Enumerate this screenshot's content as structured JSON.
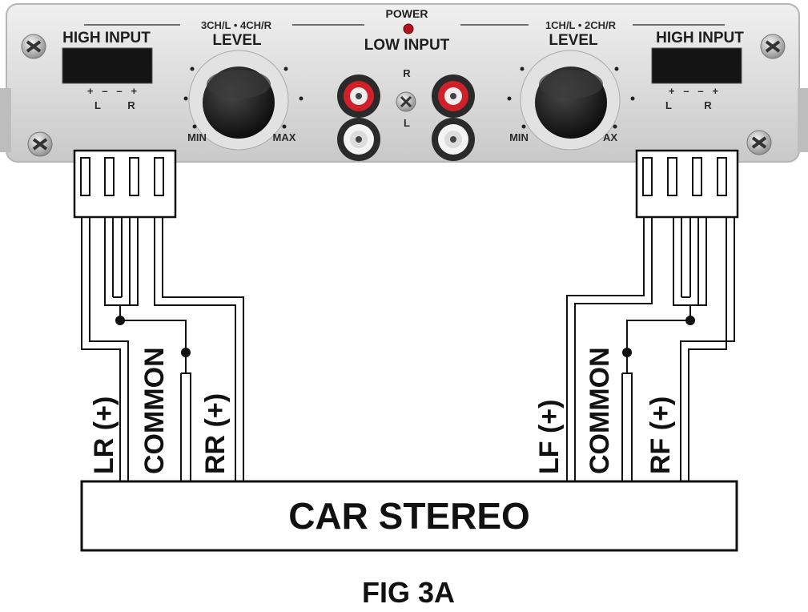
{
  "amplifier": {
    "power_label": "POWER",
    "left_group_label": "3CH/L • 4CH/R",
    "right_group_label": "1CH/L • 2CH/R",
    "left_high_input": "HIGH INPUT",
    "right_high_input": "HIGH INPUT",
    "left_level": "LEVEL",
    "right_level": "LEVEL",
    "low_input": "LOW INPUT",
    "low_r": "R",
    "low_l": "L",
    "left_knob_min": "MIN",
    "left_knob_max": "MAX",
    "right_knob_min": "MIN",
    "right_knob_max": "AX",
    "left_terminal_signs": "+   –   –   +",
    "left_terminal_l": "L",
    "left_terminal_r": "R",
    "right_terminal_signs": "+   –   –   +",
    "right_terminal_l": "L",
    "right_terminal_r": "R"
  },
  "wires": {
    "left": [
      "LR (+)",
      "COMMON",
      "RR (+)"
    ],
    "right": [
      "LF (+)",
      "COMMON",
      "RF (+)"
    ]
  },
  "stereo_label": "CAR STEREO",
  "figure_label": "FIG 3A",
  "colors": {
    "panel": "#d9d9d9",
    "rca_red": "#d0202a",
    "power_led": "#b5121b"
  }
}
